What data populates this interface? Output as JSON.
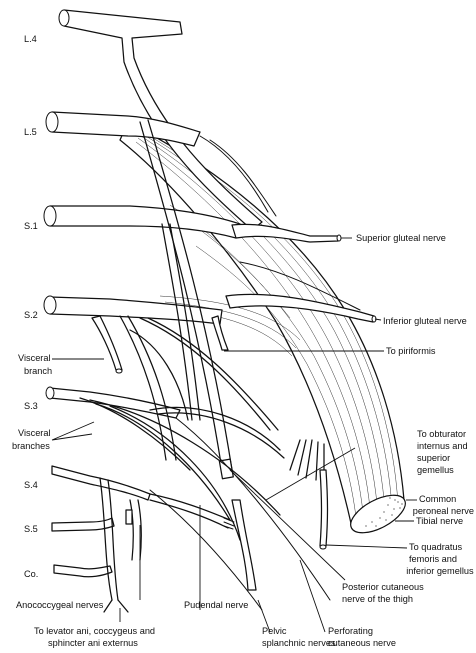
{
  "roots": {
    "l4": "L.4",
    "l5": "L.5",
    "s1": "S.1",
    "s2": "S.2",
    "s3": "S.3",
    "s4": "S.4",
    "s5": "S.5",
    "co": "Co."
  },
  "labels": {
    "superior_gluteal": "Superior gluteal nerve",
    "inferior_gluteal": "Inferior gluteal nerve",
    "to_piriformis": "To piriformis",
    "visceral_branch_1": "Visceral",
    "visceral_branch_2": "branch",
    "visceral_branches_1": "Visceral",
    "visceral_branches_2": "branches",
    "obturator_1": "To obturator",
    "obturator_2": "internus and",
    "obturator_3": "superior",
    "obturator_4": "gemellus",
    "common_peroneal_1": "Common",
    "common_peroneal_2": "peroneal nerve",
    "tibial": "Tibial nerve",
    "quadratus_1": "To quadratus",
    "quadratus_2": "femoris and",
    "quadratus_3": "inferior gemellus",
    "posterior_cutaneous_1": "Posterior cutaneous",
    "posterior_cutaneous_2": "nerve of the thigh",
    "anococcygeal": "Anococcygeal nerves",
    "pudendal": "Pudendal nerve",
    "levator_1": "To levator ani, coccygeus and",
    "levator_2": "sphincter ani externus",
    "pelvic_splanchnic_1": "Pelvic",
    "pelvic_splanchnic_2": "splanchnic nerves",
    "perforating_1": "Perforating",
    "perforating_2": "cutaneous nerve"
  }
}
